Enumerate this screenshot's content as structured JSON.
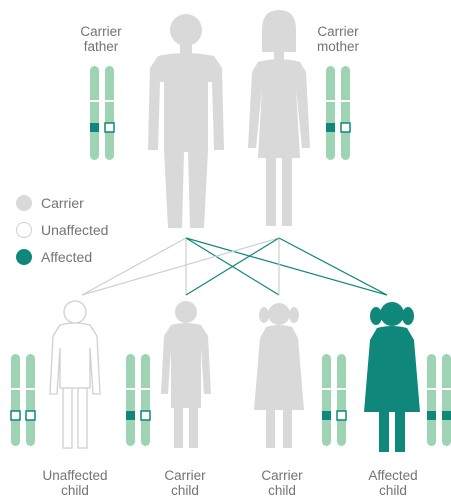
{
  "colors": {
    "person_gray": "#d9d9d9",
    "affected_teal": "#10877b",
    "chromosome_green": "#9ed3b4",
    "line_gray": "#cfcfcf"
  },
  "parents": {
    "father_label_1": "Carrier",
    "father_label_2": "father",
    "mother_label_1": "Carrier",
    "mother_label_2": "mother"
  },
  "legend": [
    {
      "label": "Carrier",
      "status": "carrier"
    },
    {
      "label": "Unaffected",
      "status": "unaffected"
    },
    {
      "label": "Affected",
      "status": "affected"
    }
  ],
  "children": [
    {
      "label_1": "Unaffected",
      "label_2": "child",
      "status": "unaffected"
    },
    {
      "label_1": "Carrier",
      "label_2": "child",
      "status": "carrier"
    },
    {
      "label_1": "Carrier",
      "label_2": "child",
      "status": "carrier"
    },
    {
      "label_1": "Affected",
      "label_2": "child",
      "status": "affected"
    }
  ]
}
